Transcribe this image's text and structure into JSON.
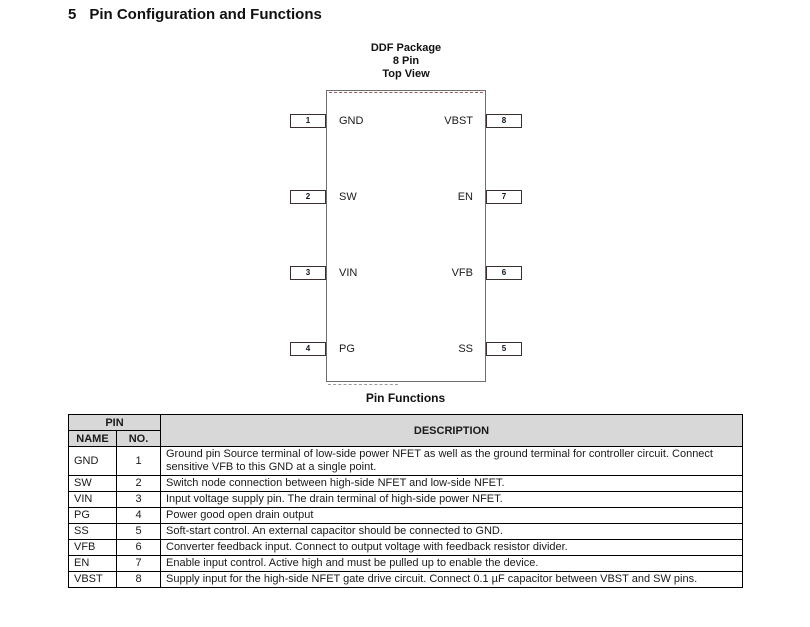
{
  "page": {
    "section_number": "5",
    "section_title": "Pin Configuration and Functions"
  },
  "package": {
    "header_lines": [
      "DDF Package",
      "8 Pin",
      "Top View"
    ],
    "left_pins": [
      {
        "number": "1",
        "label": "GND"
      },
      {
        "number": "2",
        "label": "SW"
      },
      {
        "number": "3",
        "label": "VIN"
      },
      {
        "number": "4",
        "label": "PG"
      }
    ],
    "right_pins": [
      {
        "number": "8",
        "label": "VBST"
      },
      {
        "number": "7",
        "label": "EN"
      },
      {
        "number": "6",
        "label": "VFB"
      },
      {
        "number": "5",
        "label": "SS"
      }
    ]
  },
  "pin_table": {
    "title": "Pin Functions",
    "header": {
      "pin_group": "PIN",
      "name": "NAME",
      "no": "NO.",
      "description": "DESCRIPTION"
    },
    "rows": [
      {
        "name": "GND",
        "no": "1",
        "description": "Ground pin Source terminal of low-side power NFET as well as the ground terminal for controller circuit. Connect sensitive VFB to this GND at a single point."
      },
      {
        "name": "SW",
        "no": "2",
        "description": "Switch node connection between high-side NFET and low-side NFET."
      },
      {
        "name": "VIN",
        "no": "3",
        "description": "Input voltage supply pin. The drain terminal of high-side power NFET."
      },
      {
        "name": "PG",
        "no": "4",
        "description": "Power good open drain output"
      },
      {
        "name": "SS",
        "no": "5",
        "description": "Soft-start control. An external capacitor should be connected to GND."
      },
      {
        "name": "VFB",
        "no": "6",
        "description": "Converter feedback input. Connect to output voltage with feedback resistor divider."
      },
      {
        "name": "EN",
        "no": "7",
        "description": "Enable input control. Active high and must be pulled up to enable the device."
      },
      {
        "name": "VBST",
        "no": "8",
        "description": "Supply input for the high-side NFET gate drive circuit. Connect 0.1 µF capacitor between VBST and SW pins."
      }
    ]
  },
  "colors": {
    "header_bg": "#d8d8d8",
    "table_border": "#000000",
    "package_outline": "#6e6e6e",
    "text": "#1a1a1a"
  }
}
